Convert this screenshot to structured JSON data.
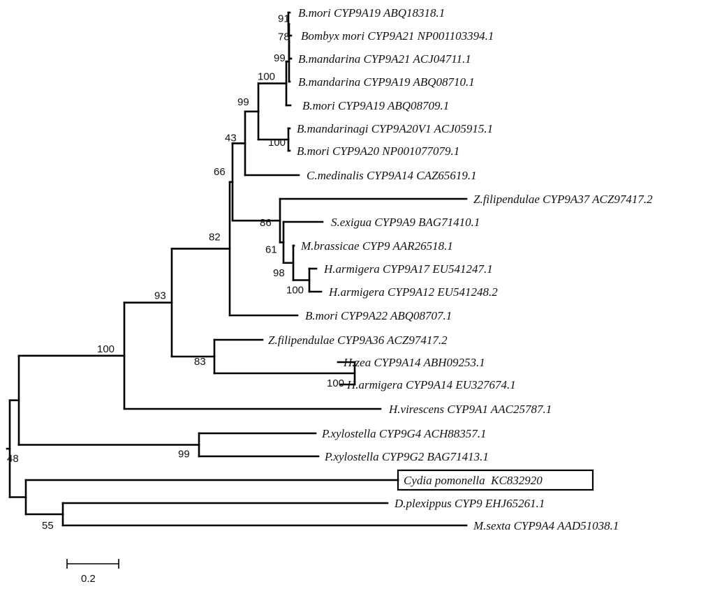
{
  "tree": {
    "leaves": [
      {
        "id": "L1",
        "label": "B.mori CYP9A19 ABQ18318.1"
      },
      {
        "id": "L2",
        "label": "Bombyx mori CYP9A21 NP001103394.1"
      },
      {
        "id": "L3",
        "label": "B.mandarina CYP9A21 ACJ04711.1"
      },
      {
        "id": "L4",
        "label": "B.mandarina CYP9A19 ABQ08710.1"
      },
      {
        "id": "L5",
        "label": "B.mori CYP9A19 ABQ08709.1"
      },
      {
        "id": "L6",
        "label": "B.mandarinagi CYP9A20V1 ACJ05915.1"
      },
      {
        "id": "L7",
        "label": "B.mori CYP9A20 NP001077079.1"
      },
      {
        "id": "L8",
        "label": "C.medinalis CYP9A14 CAZ65619.1"
      },
      {
        "id": "L9",
        "label": "Z.filipendulae CYP9A37 ACZ97417.2"
      },
      {
        "id": "L10",
        "label": "S.exigua CYP9A9 BAG71410.1"
      },
      {
        "id": "L11",
        "label": "M.brassicae CYP9 AAR26518.1"
      },
      {
        "id": "L12",
        "label": "H.armigera CYP9A17 EU541247.1"
      },
      {
        "id": "L13",
        "label": "H.armigera CYP9A12 EU541248.2"
      },
      {
        "id": "L14",
        "label": "B.mori CYP9A22 ABQ08707.1"
      },
      {
        "id": "L15",
        "label": "Z.filipendulae CYP9A36 ACZ97417.2"
      },
      {
        "id": "L16",
        "label": "H.zea CYP9A14 ABH09253.1"
      },
      {
        "id": "L17",
        "label": "H.armigera CYP9A14 EU327674.1"
      },
      {
        "id": "L18",
        "label": "H.virescens CYP9A1 AAC25787.1"
      },
      {
        "id": "L19",
        "label": "P.xylostella CYP9G4 ACH88357.1"
      },
      {
        "id": "L20",
        "label": "P.xylostella CYP9G2 BAG71413.1"
      },
      {
        "id": "L21",
        "label": "Cydia pomonella  KC832920",
        "highlighted": true
      },
      {
        "id": "L22",
        "label": "D.plexippus CYP9 EHJ65261.1"
      },
      {
        "id": "L23",
        "label": "M.sexta CYP9A4 AAD51038.1"
      }
    ],
    "bootstrap": [
      {
        "node": "n_L1L2",
        "value": "91"
      },
      {
        "node": "n_L2L3",
        "value": "78"
      },
      {
        "node": "n_L3L4",
        "value": "99"
      },
      {
        "node": "n_L1L5",
        "value": "100"
      },
      {
        "node": "n_L1L7",
        "value": "99"
      },
      {
        "node": "n_L6L7",
        "value": "100"
      },
      {
        "node": "n_L1L8",
        "value": "43"
      },
      {
        "node": "n_L1L14",
        "value": "66"
      },
      {
        "node": "n_L9L13",
        "value": "86"
      },
      {
        "node": "n_L10L13",
        "value": "61"
      },
      {
        "node": "n_L11L13",
        "value": "98"
      },
      {
        "node": "n_L12L13",
        "value": "100"
      },
      {
        "node": "n_L1L14b",
        "value": "82"
      },
      {
        "node": "n_L1L17",
        "value": "93"
      },
      {
        "node": "n_L15L17",
        "value": "83"
      },
      {
        "node": "n_L16L17",
        "value": "100"
      },
      {
        "node": "n_L1L18",
        "value": "100"
      },
      {
        "node": "n_L19L20",
        "value": "99"
      },
      {
        "node": "n_root",
        "value": "48"
      },
      {
        "node": "n_L22L23",
        "value": "55"
      }
    ]
  },
  "scale_bar": {
    "value": 0.2,
    "label": "0.2"
  },
  "colors": {
    "line": "#000000",
    "text": "#111111",
    "background": "#ffffff"
  }
}
